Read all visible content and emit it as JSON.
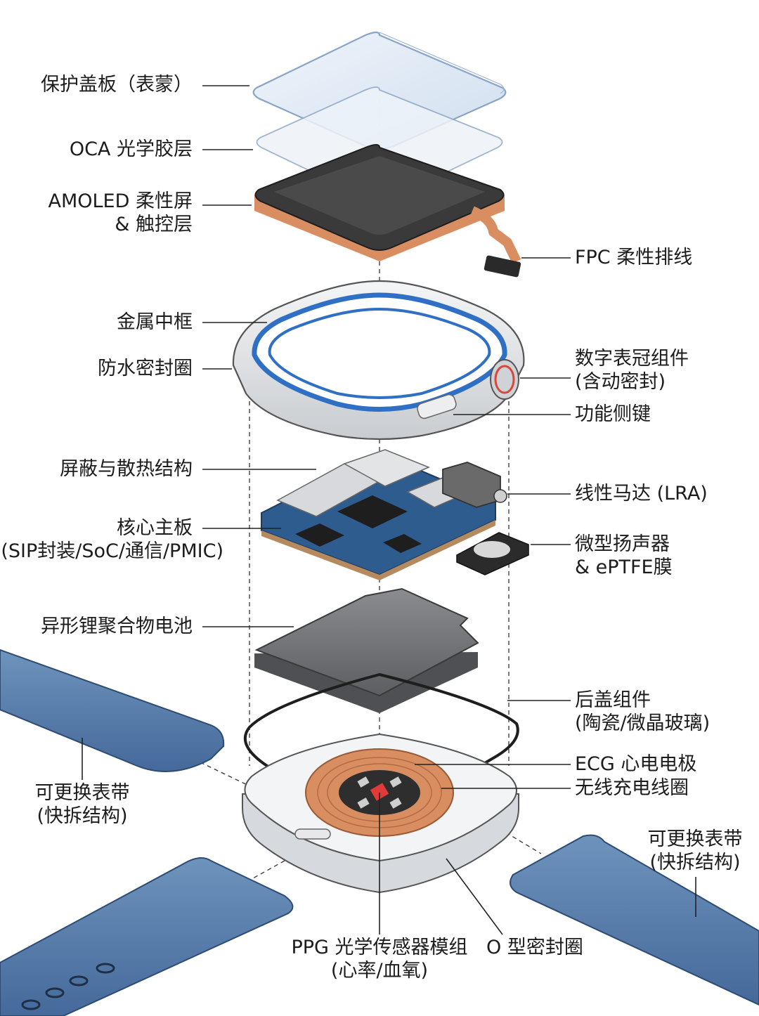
{
  "labels": {
    "cover_glass": "保护盖板（表蒙）",
    "oca": "OCA 光学胶层",
    "amoled_line1": "AMOLED 柔性屏",
    "amoled_line2": "& 触控层",
    "fpc": "FPC 柔性排线",
    "frame": "金属中框",
    "gasket": "防水密封圈",
    "crown_line1": "数字表冠组件",
    "crown_line2": "(含动密封)",
    "side_button": "功能侧键",
    "shield": "屏蔽与散热结构",
    "lra": "线性马达 (LRA)",
    "mainboard_line1": "核心主板",
    "mainboard_line2": "(SIP封装/SoC/通信/PMIC)",
    "speaker_line1": "微型扬声器",
    "speaker_line2": "& ePTFE膜",
    "battery": "异形锂聚合物电池",
    "back_line1": "后盖组件",
    "back_line2": "(陶瓷/微晶玻璃)",
    "ecg": "ECG 心电电极",
    "coil": "无线充电线圈",
    "band_left_line1": "可更换表带",
    "band_left_line2": "(快拆结构)",
    "band_right_line1": "可更换表带",
    "band_right_line2": "(快拆结构)",
    "ppg_line1": "PPG 光学传感器模组",
    "ppg_line2": "(心率/血氧)",
    "oring": "O 型密封圈"
  },
  "colors": {
    "glass": "#dfe9f6",
    "glass_edge": "#7f9dc4",
    "screen": "#3a3a3a",
    "copper": "#d98e62",
    "frame": "#e6e8ea",
    "gasket": "#2f6fc4",
    "pcb": "#2f5c8e",
    "battery": "#6a6b6e",
    "band": "#4f79a8",
    "sensor_red": "#e03a3a"
  }
}
